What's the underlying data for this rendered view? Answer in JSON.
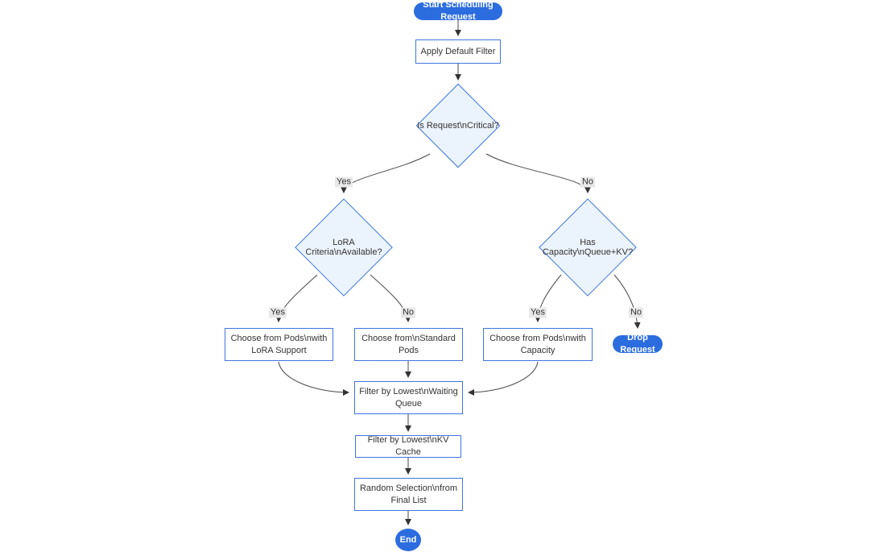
{
  "colors": {
    "accent": "#2B6CDF",
    "node_border": "#3F76E0",
    "diamond_fill": "#EBF3FC",
    "edge": "#4A4A4A",
    "edge_label_bg": "#E8E8E8",
    "text": "#333333"
  },
  "nodes": {
    "start": "Start Scheduling Request",
    "apply_filter": "Apply Default Filter",
    "is_critical": "Is Request\\nCritical?",
    "lora_criteria": "LoRA Criteria\\nAvailable?",
    "has_capacity": "Has Capacity\\nQueue+KV?",
    "choose_lora_lines": [
      "Choose from Pods\\nwith",
      "LoRA Support"
    ],
    "choose_standard_lines": [
      "Choose from\\nStandard",
      "Pods"
    ],
    "choose_capacity_lines": [
      "Choose from Pods\\nwith",
      "Capacity"
    ],
    "drop_request": "Drop Request",
    "filter_queue_lines": [
      "Filter by Lowest\\nWaiting",
      "Queue"
    ],
    "filter_kv": "Filter by Lowest\\nKV Cache",
    "random_selection_lines": [
      "Random Selection\\nfrom",
      "Final List"
    ],
    "end": "End"
  },
  "edge_labels": {
    "critical_yes": "Yes",
    "critical_no": "No",
    "lora_yes": "Yes",
    "lora_no": "No",
    "capacity_yes": "Yes",
    "capacity_no": "No"
  }
}
